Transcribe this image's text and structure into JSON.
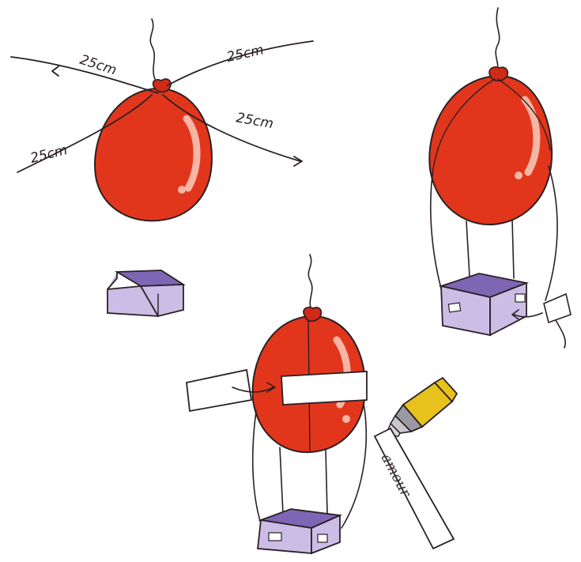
{
  "step1": {
    "string_labels": [
      "25cm",
      "25cm",
      "25cm",
      "25cm"
    ]
  },
  "step4": {
    "strip_text": "amour"
  },
  "colors": {
    "balloon": "#e2361c",
    "balloon_highlight": "#f6b6a6",
    "box_face": "#cbbde6",
    "box_inside": "#7e66b4",
    "ink": "#2a2024",
    "glue_tube": "#e8c21c"
  }
}
